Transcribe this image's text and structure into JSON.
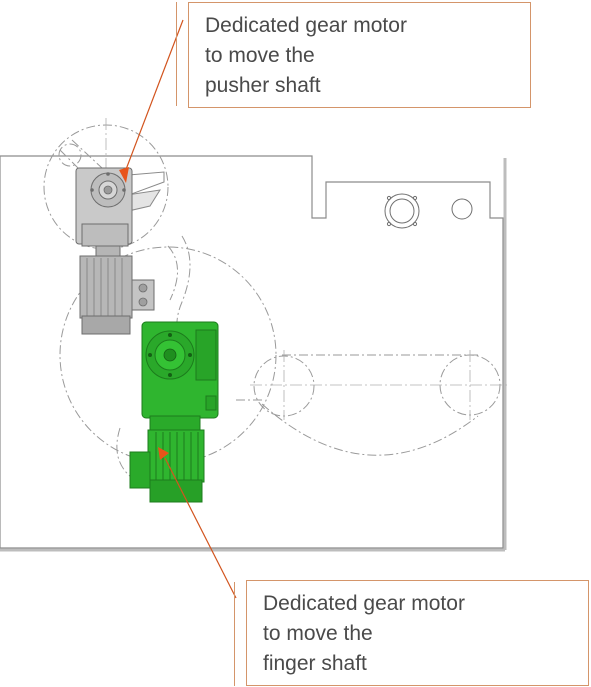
{
  "callouts": {
    "top": {
      "lines": [
        "Dedicated gear motor",
        "to move the",
        "pusher shaft"
      ]
    },
    "bottom": {
      "lines": [
        "Dedicated gear motor",
        "to move the",
        "finger shaft"
      ]
    }
  },
  "colors": {
    "callout_border": "#d4956a",
    "leader_line": "#d2541e",
    "leader_arrow": "#e8541a",
    "callout_text": "#4a4a4a",
    "frame_line": "#888888",
    "construction_line": "#9a9a9a",
    "motor_gray": "#c8c8c8",
    "motor_green": "#2fb52f",
    "motor_green_dark": "#1c7c1c"
  }
}
